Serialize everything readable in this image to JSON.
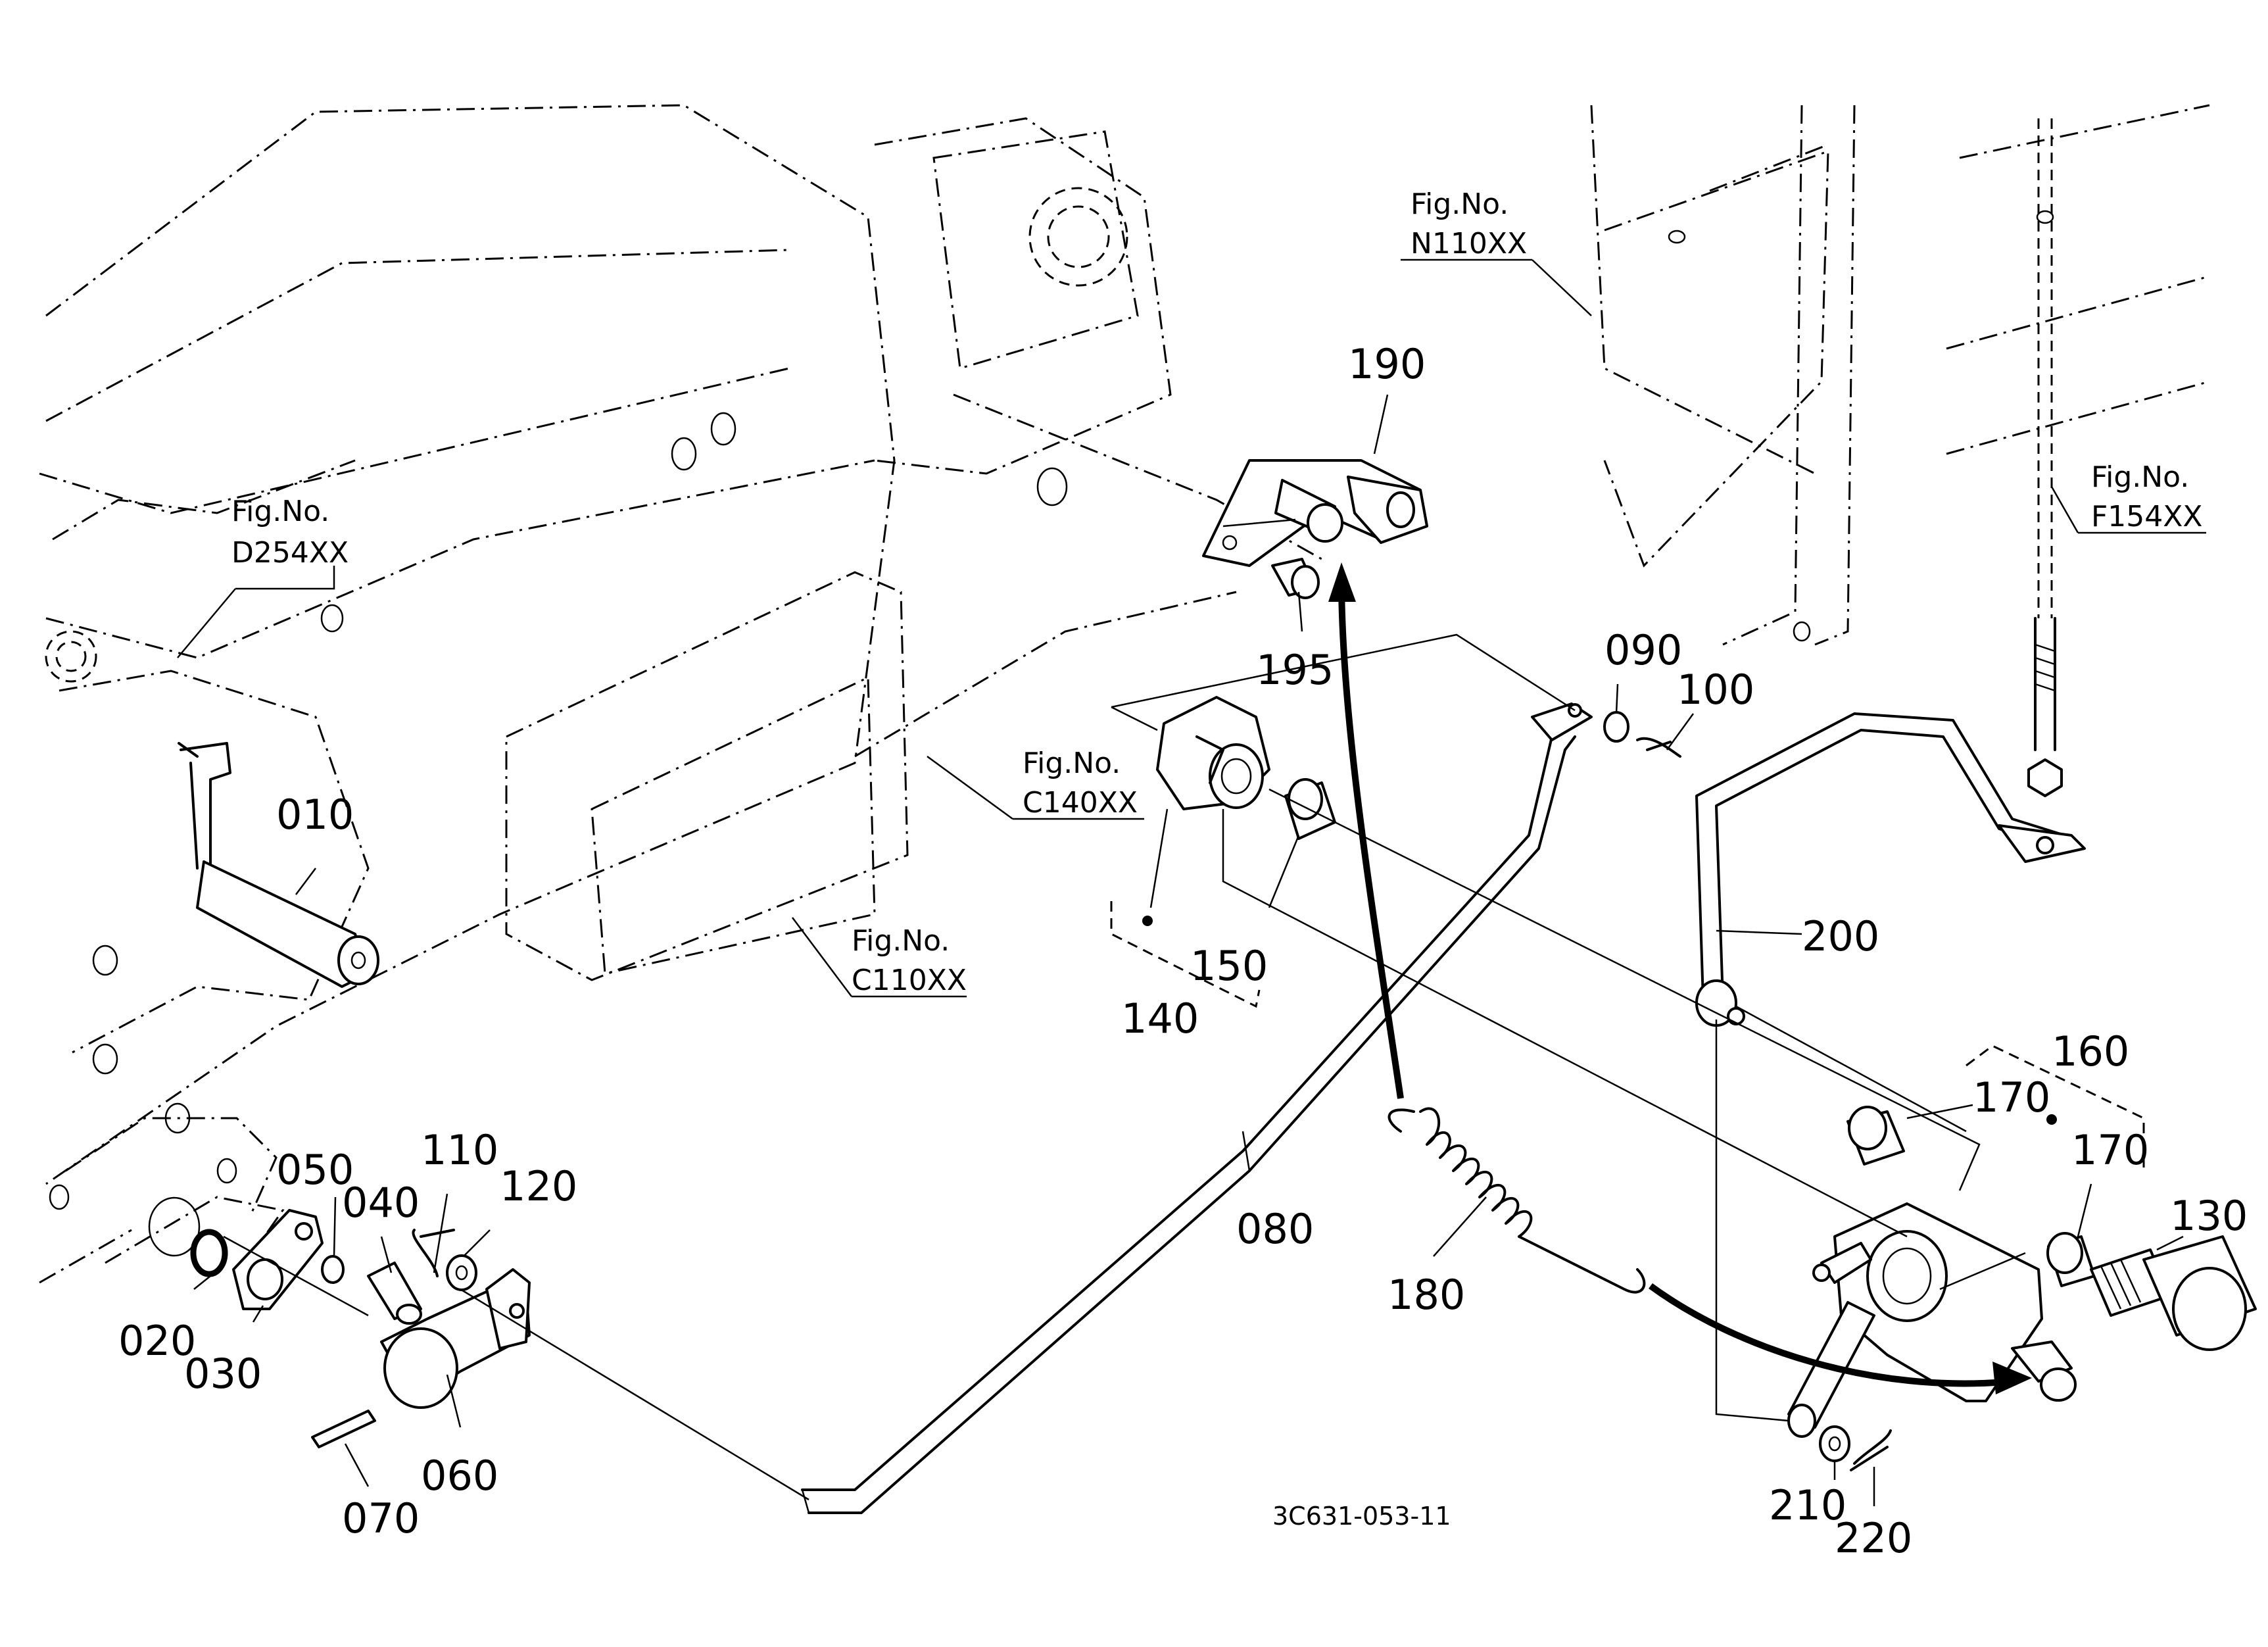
{
  "parts": [
    "010",
    "020",
    "030",
    "040",
    "050",
    "060",
    "070",
    "080",
    "090",
    "100",
    "110",
    "120",
    "130",
    "140",
    "150",
    "160",
    "170",
    "170",
    "180",
    "190",
    "195",
    "200",
    "210",
    "220"
  ],
  "fig_refs": [
    {
      "title": "Fig.No.",
      "code": "D254XX"
    },
    {
      "title": "Fig.No.",
      "code": "C110XX"
    },
    {
      "title": "Fig.No.",
      "code": "C140XX"
    },
    {
      "title": "Fig.No.",
      "code": "N110XX"
    },
    {
      "title": "Fig.No.",
      "code": "F154XX"
    }
  ],
  "drawing_number": "3C631-053-11"
}
